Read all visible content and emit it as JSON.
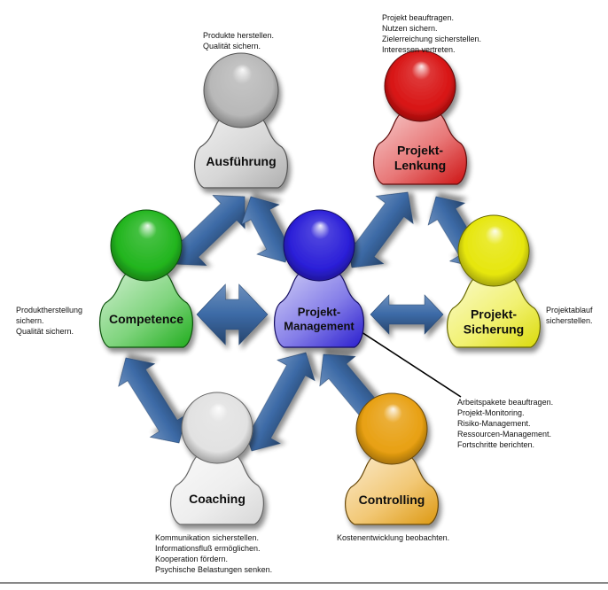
{
  "diagram": {
    "center": {
      "label_lines": [
        "Projekt-",
        "Management"
      ],
      "color": "#2b1fd8"
    },
    "figures": {
      "ausfuehrung": {
        "label_lines": [
          "Ausführung"
        ],
        "color": "#b8b8b8"
      },
      "lenkung": {
        "label_lines": [
          "Projekt-",
          "Lenkung"
        ],
        "color": "#d81414"
      },
      "competence": {
        "label_lines": [
          "Competence"
        ],
        "color": "#22b51e"
      },
      "sicherung": {
        "label_lines": [
          "Projekt-",
          "Sicherung"
        ],
        "color": "#e6e60c"
      },
      "coaching": {
        "label_lines": [
          "Coaching"
        ],
        "color": "#e2e2e2"
      },
      "controlling": {
        "label_lines": [
          "Controlling"
        ],
        "color": "#e8a012"
      }
    },
    "arrow_color": "#3c6aa6"
  },
  "notes": {
    "ausfuehrung": [
      "Produkte herstellen.",
      "Qualität sichern."
    ],
    "lenkung": [
      "Projekt beauftragen.",
      "Nutzen sichern.",
      "Zielerreichung sicherstellen.",
      "Interessen vertreten."
    ],
    "competence": [
      "Produktherstellung",
      "sichern.",
      "Qualität sichern."
    ],
    "sicherung": [
      "Projektablauf",
      "sicherstellen."
    ],
    "management": [
      "Arbeitspakete beauftragen.",
      "Projekt-Monitoring.",
      "Risiko-Management.",
      "Ressourcen-Management.",
      "Fortschritte berichten."
    ],
    "coaching": [
      "Kommunikation sicherstellen.",
      "Informationsfluß ermöglichen.",
      "Kooperation fördern.",
      "Psychische Belastungen senken."
    ],
    "controlling": [
      "Kostenentwicklung beobachten."
    ]
  }
}
